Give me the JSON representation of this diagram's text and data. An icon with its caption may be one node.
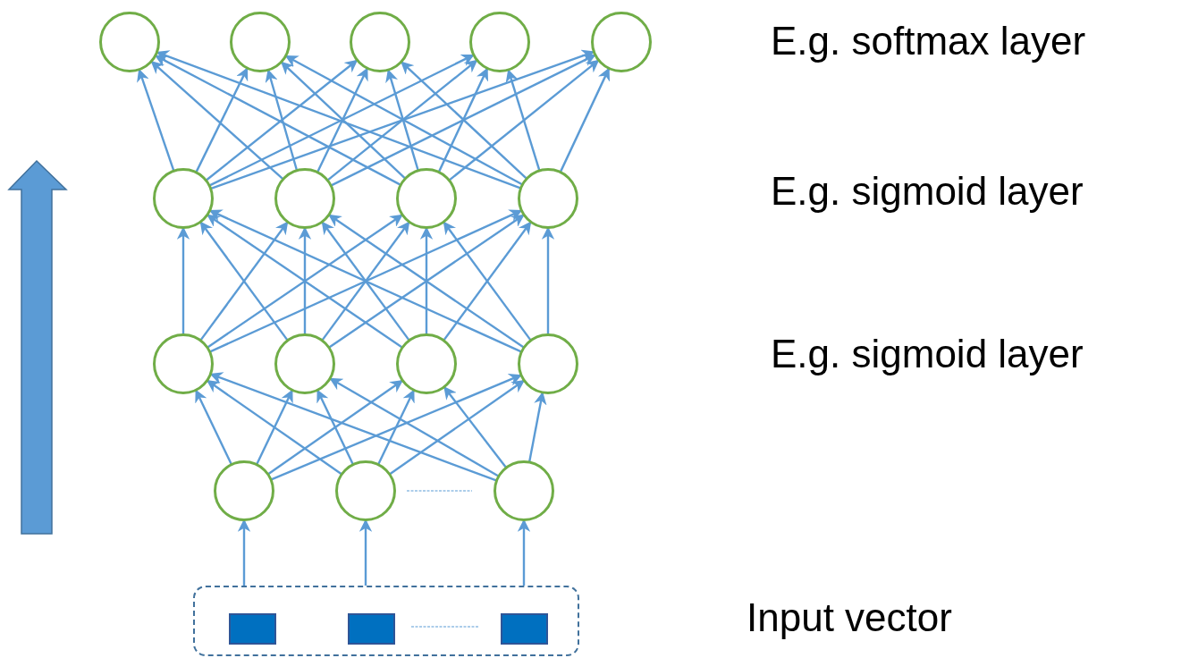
{
  "diagram": {
    "nodes": [
      {
        "text": [],
        "shape": "circle"
      },
      {
        "text": [],
        "shape": "circle"
      },
      {
        "text": [],
        "shape": "circle"
      },
      {
        "text": [],
        "shape": "circle"
      },
      {
        "text": [],
        "shape": "circle"
      },
      {
        "text": [],
        "shape": "circle"
      },
      {
        "text": [],
        "shape": "circle"
      },
      {
        "text": [],
        "shape": "circle"
      },
      {
        "text": [],
        "shape": "circle"
      },
      {
        "text": [],
        "shape": "circle"
      },
      {
        "text": [],
        "shape": "circle"
      },
      {
        "text": [],
        "shape": "circle"
      },
      {
        "text": [],
        "shape": "circle"
      },
      {
        "text": [],
        "shape": "circle"
      },
      {
        "text": [],
        "shape": "circle"
      },
      {
        "text": [],
        "shape": "circle"
      },
      {
        "text": [],
        "shape": "box"
      },
      {
        "text": [],
        "shape": "box",
        "in": 16
      },
      {
        "text": [],
        "shape": "box",
        "in": 16
      },
      {
        "text": [],
        "shape": "box",
        "in": 16
      }
    ],
    "edges": [
      {
        "from": 5,
        "to": 0,
        "arrow": "to"
      },
      {
        "from": 5,
        "to": 1,
        "arrow": "to"
      },
      {
        "from": 5,
        "to": 2,
        "arrow": "to"
      },
      {
        "from": 5,
        "to": 3,
        "arrow": "to"
      },
      {
        "from": 5,
        "to": 4,
        "arrow": "to"
      },
      {
        "from": 6,
        "to": 0,
        "arrow": "to"
      },
      {
        "from": 6,
        "to": 1,
        "arrow": "to"
      },
      {
        "from": 6,
        "to": 2,
        "arrow": "to"
      },
      {
        "from": 6,
        "to": 3,
        "arrow": "to"
      },
      {
        "from": 6,
        "to": 4,
        "arrow": "to"
      },
      {
        "from": 7,
        "to": 0,
        "arrow": "to"
      },
      {
        "from": 7,
        "to": 1,
        "arrow": "to"
      },
      {
        "from": 7,
        "to": 2,
        "arrow": "to"
      },
      {
        "from": 7,
        "to": 3,
        "arrow": "to"
      },
      {
        "from": 7,
        "to": 4,
        "arrow": "to"
      },
      {
        "from": 8,
        "to": 0,
        "arrow": "to"
      },
      {
        "from": 8,
        "to": 1,
        "arrow": "to"
      },
      {
        "from": 8,
        "to": 2,
        "arrow": "to"
      },
      {
        "from": 8,
        "to": 3,
        "arrow": "to"
      },
      {
        "from": 8,
        "to": 4,
        "arrow": "to"
      },
      {
        "from": 9,
        "to": 5,
        "arrow": "to"
      },
      {
        "from": 9,
        "to": 6,
        "arrow": "to"
      },
      {
        "from": 9,
        "to": 7,
        "arrow": "to"
      },
      {
        "from": 9,
        "to": 8,
        "arrow": "to"
      },
      {
        "from": 10,
        "to": 5,
        "arrow": "to"
      },
      {
        "from": 10,
        "to": 6,
        "arrow": "to"
      },
      {
        "from": 10,
        "to": 7,
        "arrow": "to"
      },
      {
        "from": 10,
        "to": 8,
        "arrow": "to"
      },
      {
        "from": 11,
        "to": 5,
        "arrow": "to"
      },
      {
        "from": 11,
        "to": 6,
        "arrow": "to"
      },
      {
        "from": 11,
        "to": 7,
        "arrow": "to"
      },
      {
        "from": 11,
        "to": 8,
        "arrow": "to"
      },
      {
        "from": 12,
        "to": 5,
        "arrow": "to"
      },
      {
        "from": 12,
        "to": 6,
        "arrow": "to"
      },
      {
        "from": 12,
        "to": 7,
        "arrow": "to"
      },
      {
        "from": 12,
        "to": 8,
        "arrow": "to"
      },
      {
        "from": 13,
        "to": 9,
        "arrow": "to"
      },
      {
        "from": 13,
        "to": 10,
        "arrow": "to"
      },
      {
        "from": 13,
        "to": 11,
        "arrow": "to"
      },
      {
        "from": 13,
        "to": 12,
        "arrow": "to"
      },
      {
        "from": 14,
        "to": 9,
        "arrow": "to"
      },
      {
        "from": 14,
        "to": 10,
        "arrow": "to"
      },
      {
        "from": 14,
        "to": 11,
        "arrow": "to"
      },
      {
        "from": 14,
        "to": 12,
        "arrow": "to"
      },
      {
        "from": 15,
        "to": 9,
        "arrow": "to"
      },
      {
        "from": 15,
        "to": 10,
        "arrow": "to"
      },
      {
        "from": 15,
        "to": 11,
        "arrow": "to"
      },
      {
        "from": 15,
        "to": 12,
        "arrow": "to"
      },
      {
        "from": 16,
        "to": 13,
        "arrow": "to"
      },
      {
        "from": 16,
        "to": 14,
        "arrow": "to"
      },
      {
        "from": 16,
        "to": 15,
        "arrow": "to"
      }
    ],
    "labels": [
      "E.g. softmax layer",
      "E.g. sigmoid layer",
      "E.g. sigmoid layer",
      "Input vector"
    ]
  }
}
